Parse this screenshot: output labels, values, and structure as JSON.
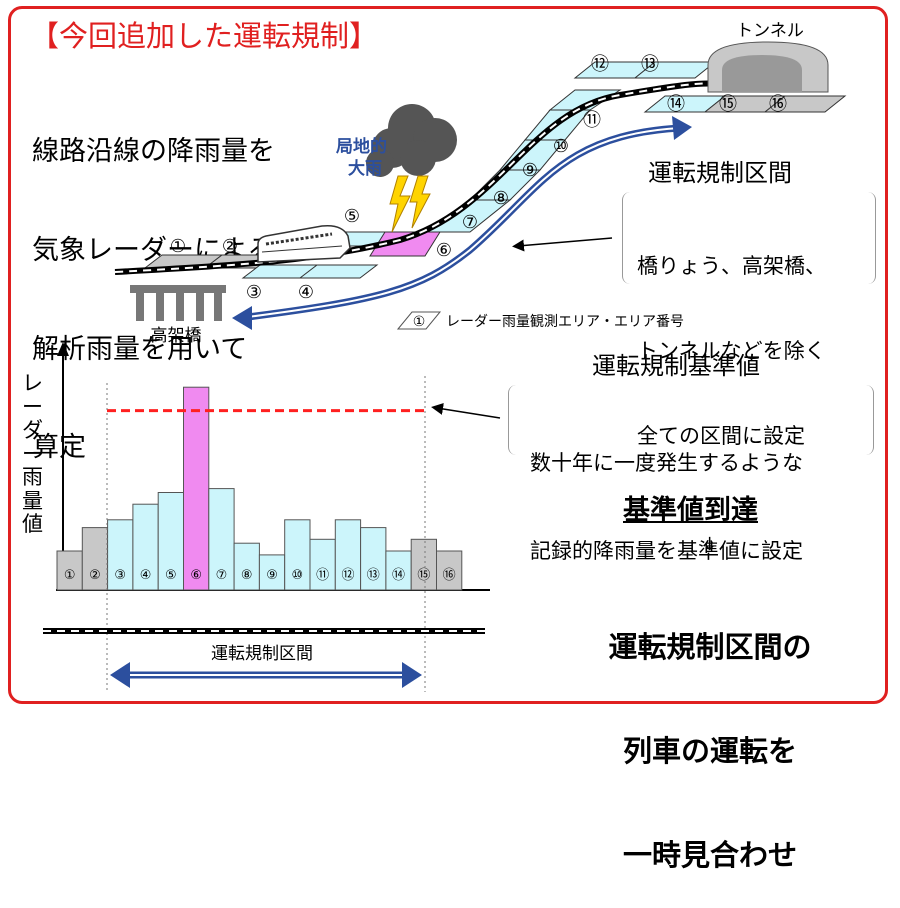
{
  "heading": "【今回追加した運転規制】",
  "description_lines": [
    "線路沿線の降雨量を",
    "気象レーダーによる",
    "解析雨量を用いて",
    "算定"
  ],
  "tunnel_label": "トンネル",
  "local_rain_lines": [
    "局地的",
    "大雨"
  ],
  "viaduct_label": "高架橋",
  "area_legend": {
    "number": "①",
    "text": "レーダー雨量観測エリア・エリア番号"
  },
  "area_numbers": [
    "①",
    "②",
    "③",
    "④",
    "⑤",
    "⑥",
    "⑦",
    "⑧",
    "⑨",
    "⑩",
    "⑪",
    "⑫",
    "⑬",
    "⑭",
    "⑮",
    "⑯"
  ],
  "section": {
    "title": "運転規制区間",
    "note_lines": [
      "橋りょう、高架橋、",
      "トンネルなどを除く",
      "全ての区間に設定"
    ]
  },
  "standard": {
    "title": "運転規制基準値",
    "note_lines": [
      "数十年に一度発生するような",
      "記録的降雨量を基準値に設定"
    ]
  },
  "chart_ylabel": "レーダー雨量値",
  "chart_range_label": "運転規制区間",
  "reach_label": "基準値到達",
  "arrow_down": "↓",
  "result_lines": [
    "運転規制区間の",
    "列車の運転を",
    "一時見合わせ"
  ],
  "colors": {
    "frame": "#e02020",
    "in_section": "#ccf5fb",
    "out_section": "#c8c8c8",
    "exceed": "#f08af0",
    "threshold": "#ff2020",
    "arrow": "#2c4f9e"
  },
  "chart_data": {
    "type": "bar",
    "categories": [
      "①",
      "②",
      "③",
      "④",
      "⑤",
      "⑥",
      "⑦",
      "⑧",
      "⑨",
      "⑩",
      "⑪",
      "⑫",
      "⑬",
      "⑭",
      "⑮",
      "⑯"
    ],
    "values": [
      1.0,
      1.6,
      1.8,
      2.2,
      2.5,
      5.2,
      2.6,
      1.2,
      0.9,
      1.8,
      1.3,
      1.8,
      1.6,
      1.0,
      1.3,
      1.0
    ],
    "threshold": 4.6,
    "regulated_categories": [
      "③",
      "④",
      "⑤",
      "⑥",
      "⑦",
      "⑧",
      "⑨",
      "⑩",
      "⑪",
      "⑫",
      "⑬",
      "⑭"
    ],
    "exceed_category": "⑥",
    "ylabel": "レーダー雨量値",
    "grid": false
  }
}
